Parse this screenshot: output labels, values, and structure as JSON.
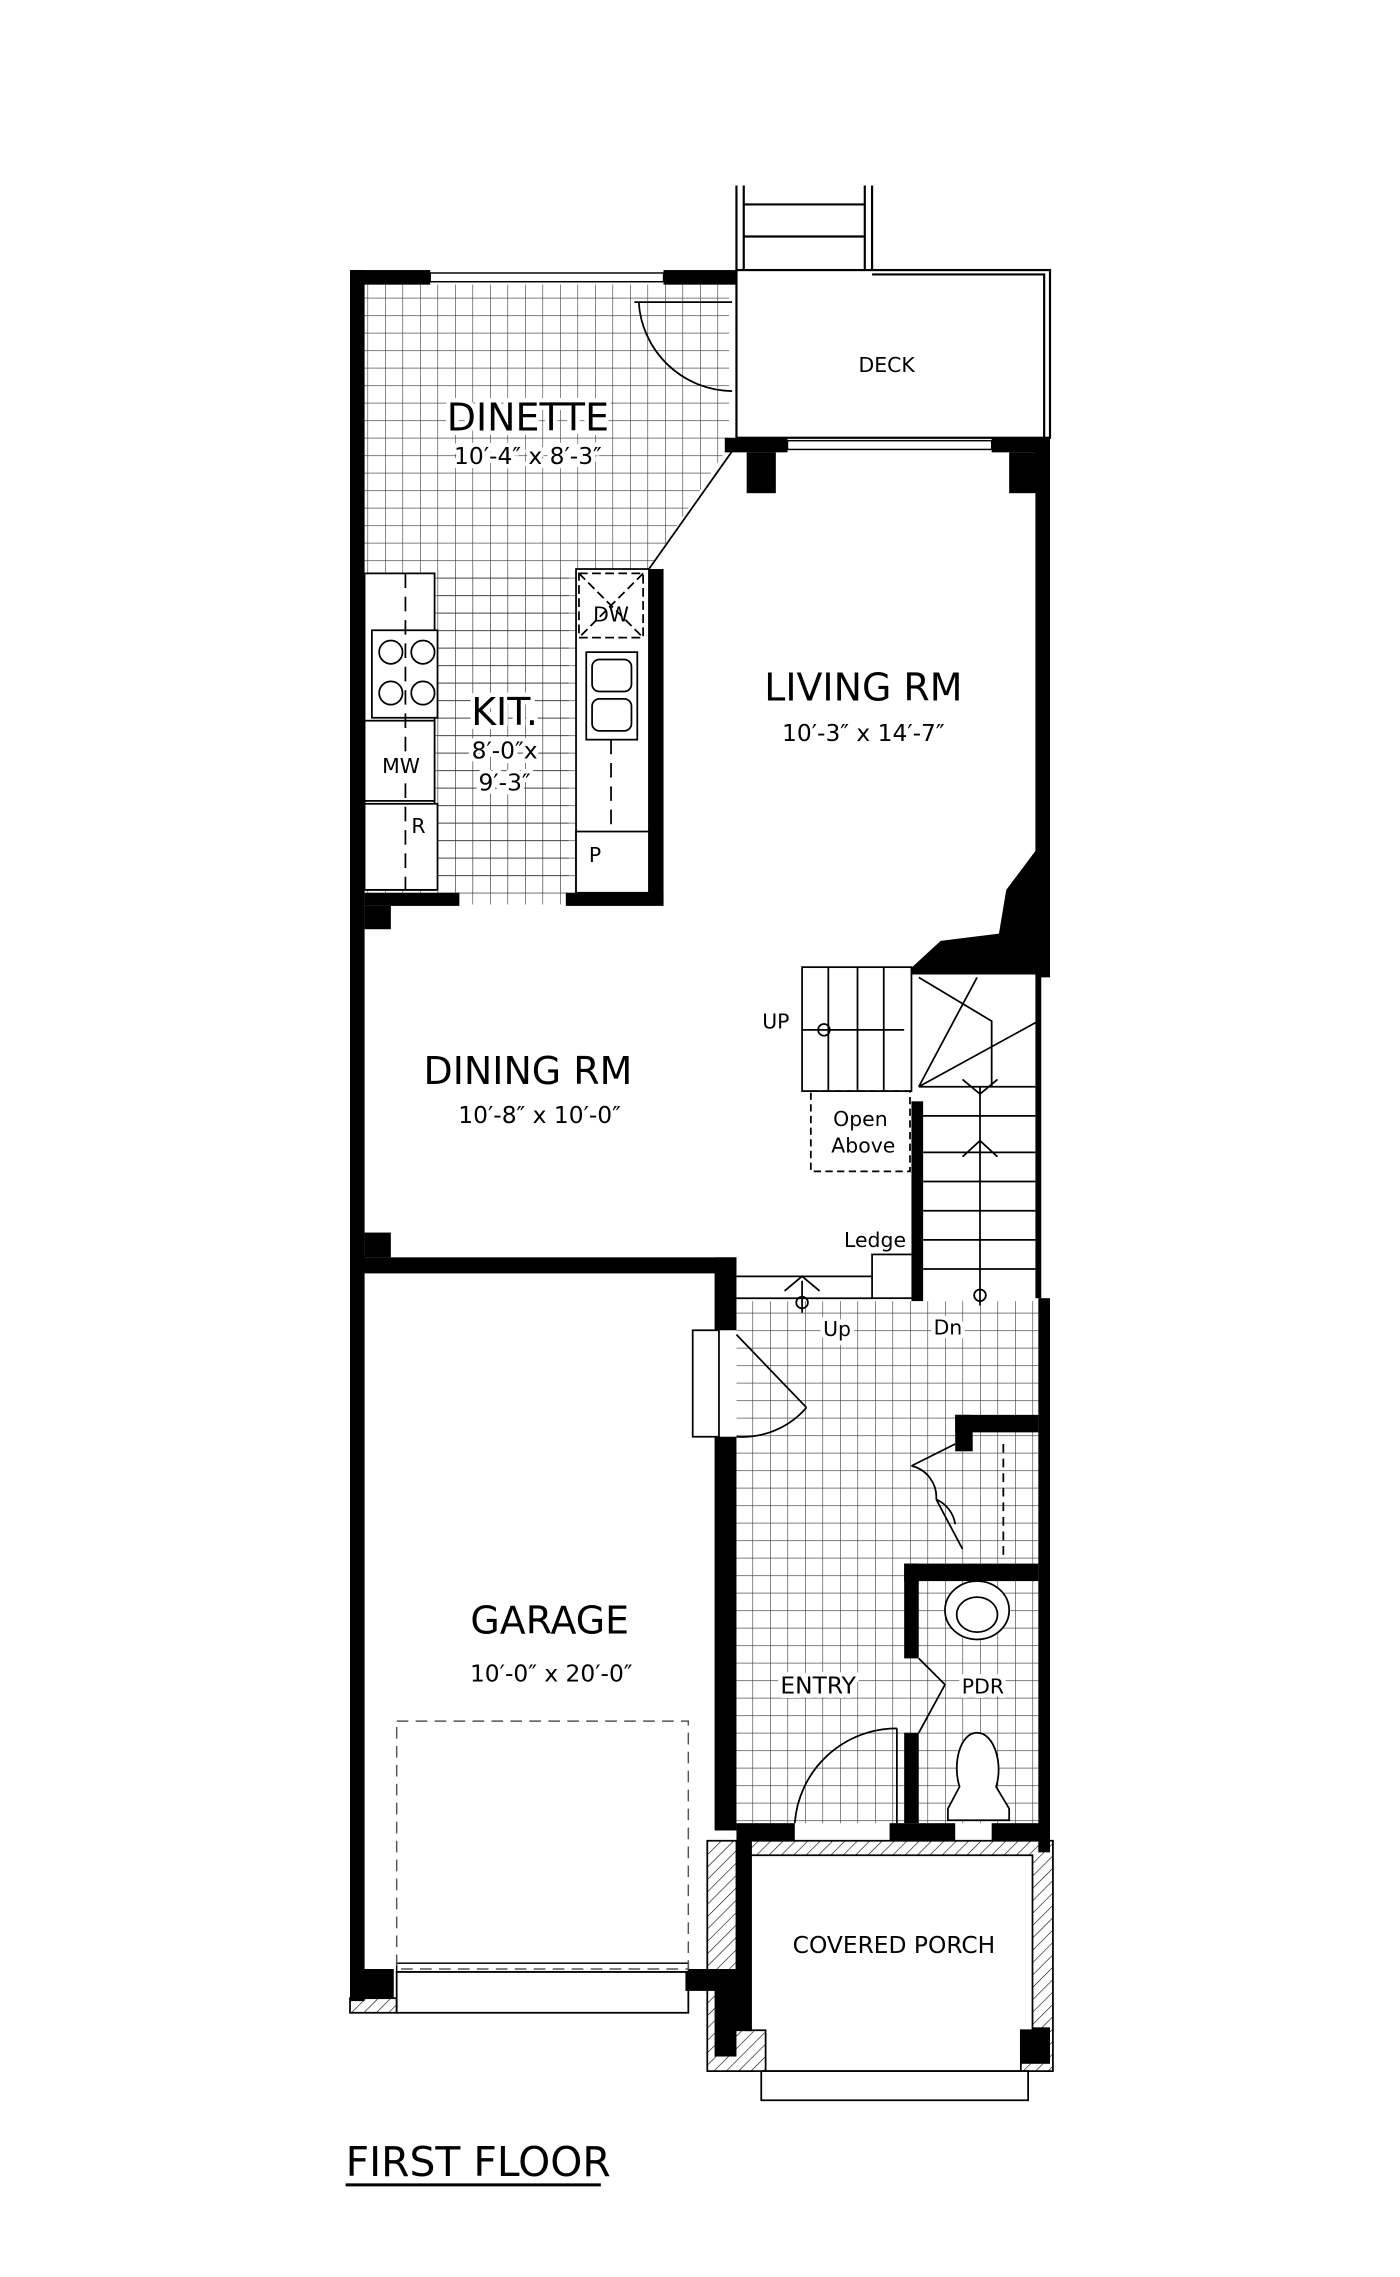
{
  "plan_title": "FIRST FLOOR",
  "rooms": {
    "deck": {
      "name": "DECK"
    },
    "dinette": {
      "name": "DINETTE",
      "size": "10′-4″ x 8′-3″"
    },
    "kitchen": {
      "name": "KIT.",
      "size_line1": "8′-0″x",
      "size_line2": "9′-3″"
    },
    "living": {
      "name": "LIVING RM",
      "size": "10′-3″ x 14′-7″"
    },
    "dining": {
      "name": "DINING RM",
      "size": "10′-8″ x 10′-0″"
    },
    "garage": {
      "name": "GARAGE",
      "size": "10′-0″ x 20′-0″"
    },
    "entry": {
      "name": "ENTRY"
    },
    "powder": {
      "name": "PDR"
    },
    "porch": {
      "name": "COVERED PORCH"
    }
  },
  "fixtures": {
    "dishwasher": "DW",
    "microwave": "MW",
    "refrigerator": "R",
    "pantry": "P"
  },
  "annotations": {
    "stair_up_upper": "UP",
    "open_above_line1": "Open",
    "open_above_line2": "Above",
    "ledge": "Ledge",
    "stair_up_lower": "Up",
    "stair_down": "Dn"
  }
}
